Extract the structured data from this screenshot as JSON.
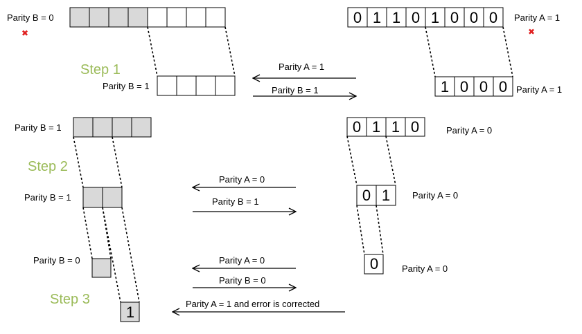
{
  "steps": {
    "step1": "Step 1",
    "step2": "Step 2",
    "step3": "Step 3"
  },
  "labels": {
    "b_parity_top": "Parity B = 0",
    "a_parity_top": "Parity A = 1",
    "b_parity_step1": "Parity B = 1",
    "a_parity_step1": "Parity A = 1",
    "b_parity_step2_top": "Parity B = 1",
    "a_parity_step2_top": "Parity A = 0",
    "b_parity_step2_mid": "Parity B = 1",
    "a_parity_step2_mid": "Parity A = 0",
    "b_parity_step3_top": "Parity B = 0",
    "a_parity_step3_top": "Parity A = 0"
  },
  "arrows": {
    "s1_left": "Parity A = 1",
    "s1_right": "Parity B = 1",
    "s2_left": "Parity A = 0",
    "s2_right": "Parity B = 1",
    "s3_left": "Parity A = 0",
    "s3_right": "Parity B = 0",
    "s3_final": "Parity A = 1 and error is corrected"
  },
  "bits": {
    "alice_row1": [
      "0",
      "1",
      "1",
      "0",
      "1",
      "0",
      "0",
      "0"
    ],
    "alice_row2": [
      "1",
      "0",
      "0",
      "0"
    ],
    "alice_row3": [
      "0",
      "1",
      "1",
      "0"
    ],
    "alice_row4": [
      "0",
      "1"
    ],
    "alice_row5": [
      "0"
    ],
    "bob_final": "1"
  },
  "marks": {
    "error_icon": "✖"
  },
  "colors": {
    "step_label": "#9bbb59",
    "bob_fill": "#d9d9d9",
    "error_mark": "#e02020"
  }
}
